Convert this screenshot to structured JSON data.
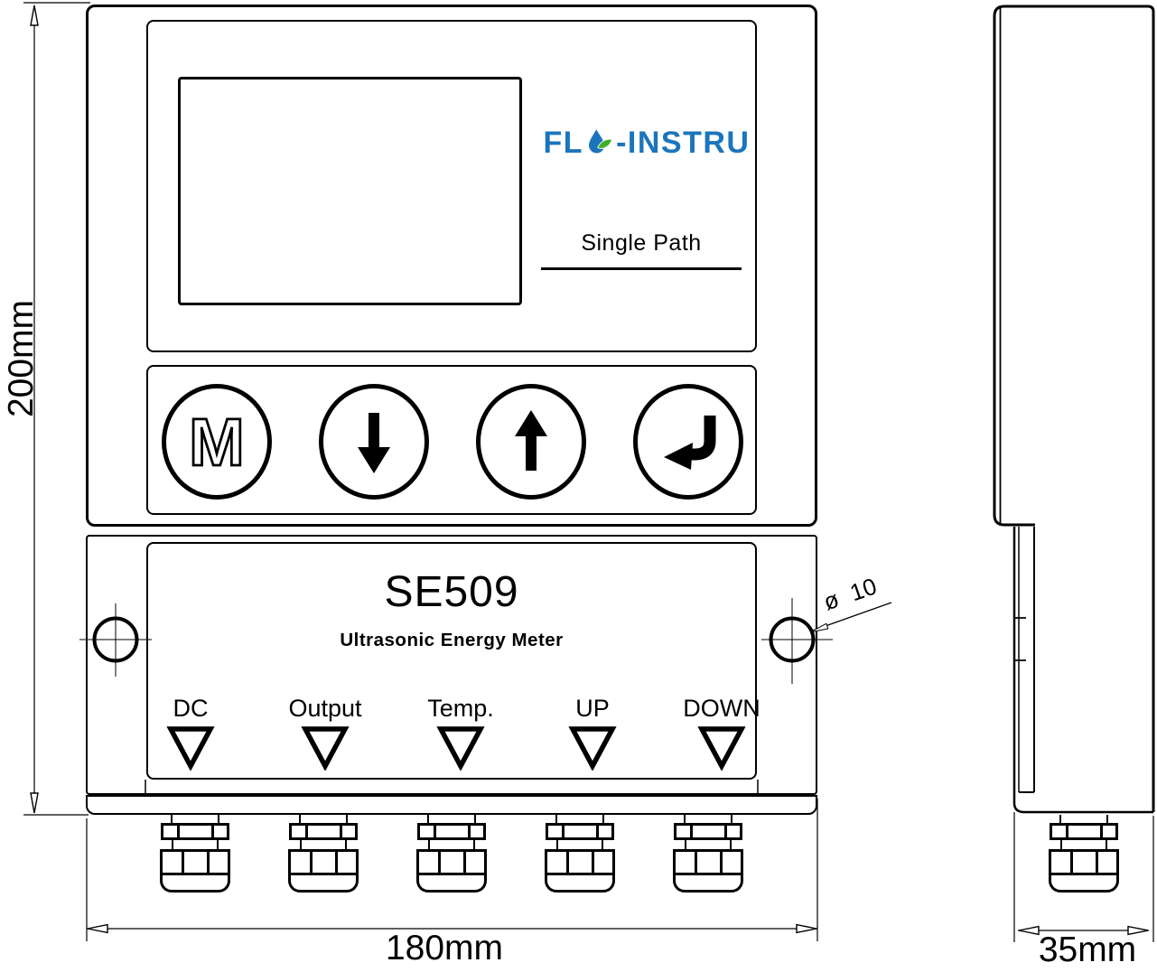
{
  "logo": {
    "prefix": "FL",
    "suffix": "-INSTRU",
    "full_name": "FLO-INSTRU",
    "tagline": "Single Path",
    "brand_color": "#1b75bc",
    "leaf_color": "#3fae2a"
  },
  "device": {
    "model": "SE509",
    "type": "Ultrasonic Energy Meter"
  },
  "keypad": {
    "m_label": "M",
    "icons": [
      "m-key",
      "arrow-down",
      "arrow-up",
      "enter-key"
    ]
  },
  "terminals": [
    "DC",
    "Output",
    "Temp.",
    "UP",
    "DOWN"
  ],
  "dimensions": {
    "height": "200mm",
    "width": "180mm",
    "depth": "35mm",
    "mounting_hole": "ø 10"
  },
  "line_color": "#000000"
}
